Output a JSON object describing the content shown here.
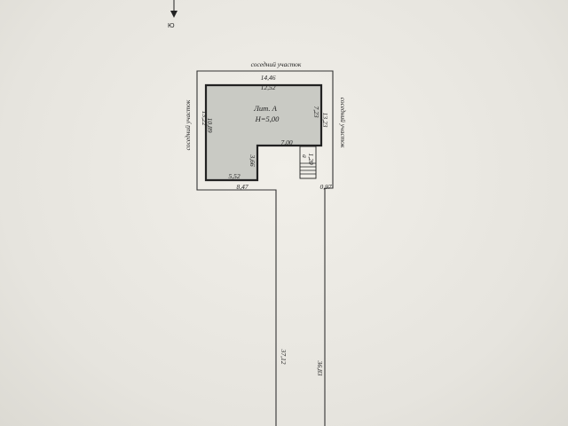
{
  "compass": {
    "letter": "Ю"
  },
  "plan": {
    "neighbor_top": "соседний участок",
    "neighbor_left": "соседний участок",
    "neighbor_right": "соседний участок",
    "building": {
      "name": "Лит. А",
      "height": "H=5,00"
    },
    "dims": {
      "plot_top": "14,46",
      "bldg_top": "12,52",
      "left_outer": "13,22",
      "left_inner": "10,89",
      "right_outer": "13,23",
      "right_inner": "7,23",
      "notch_h": "7,00",
      "notch_v": "3,66",
      "bottom_bldg": "5,52",
      "bottom_plot": "8,47",
      "bottom_right": "0,97",
      "porch_a": "а",
      "porch_dim": "1,20",
      "strip_left": "37,12",
      "strip_right": "36,83"
    }
  }
}
